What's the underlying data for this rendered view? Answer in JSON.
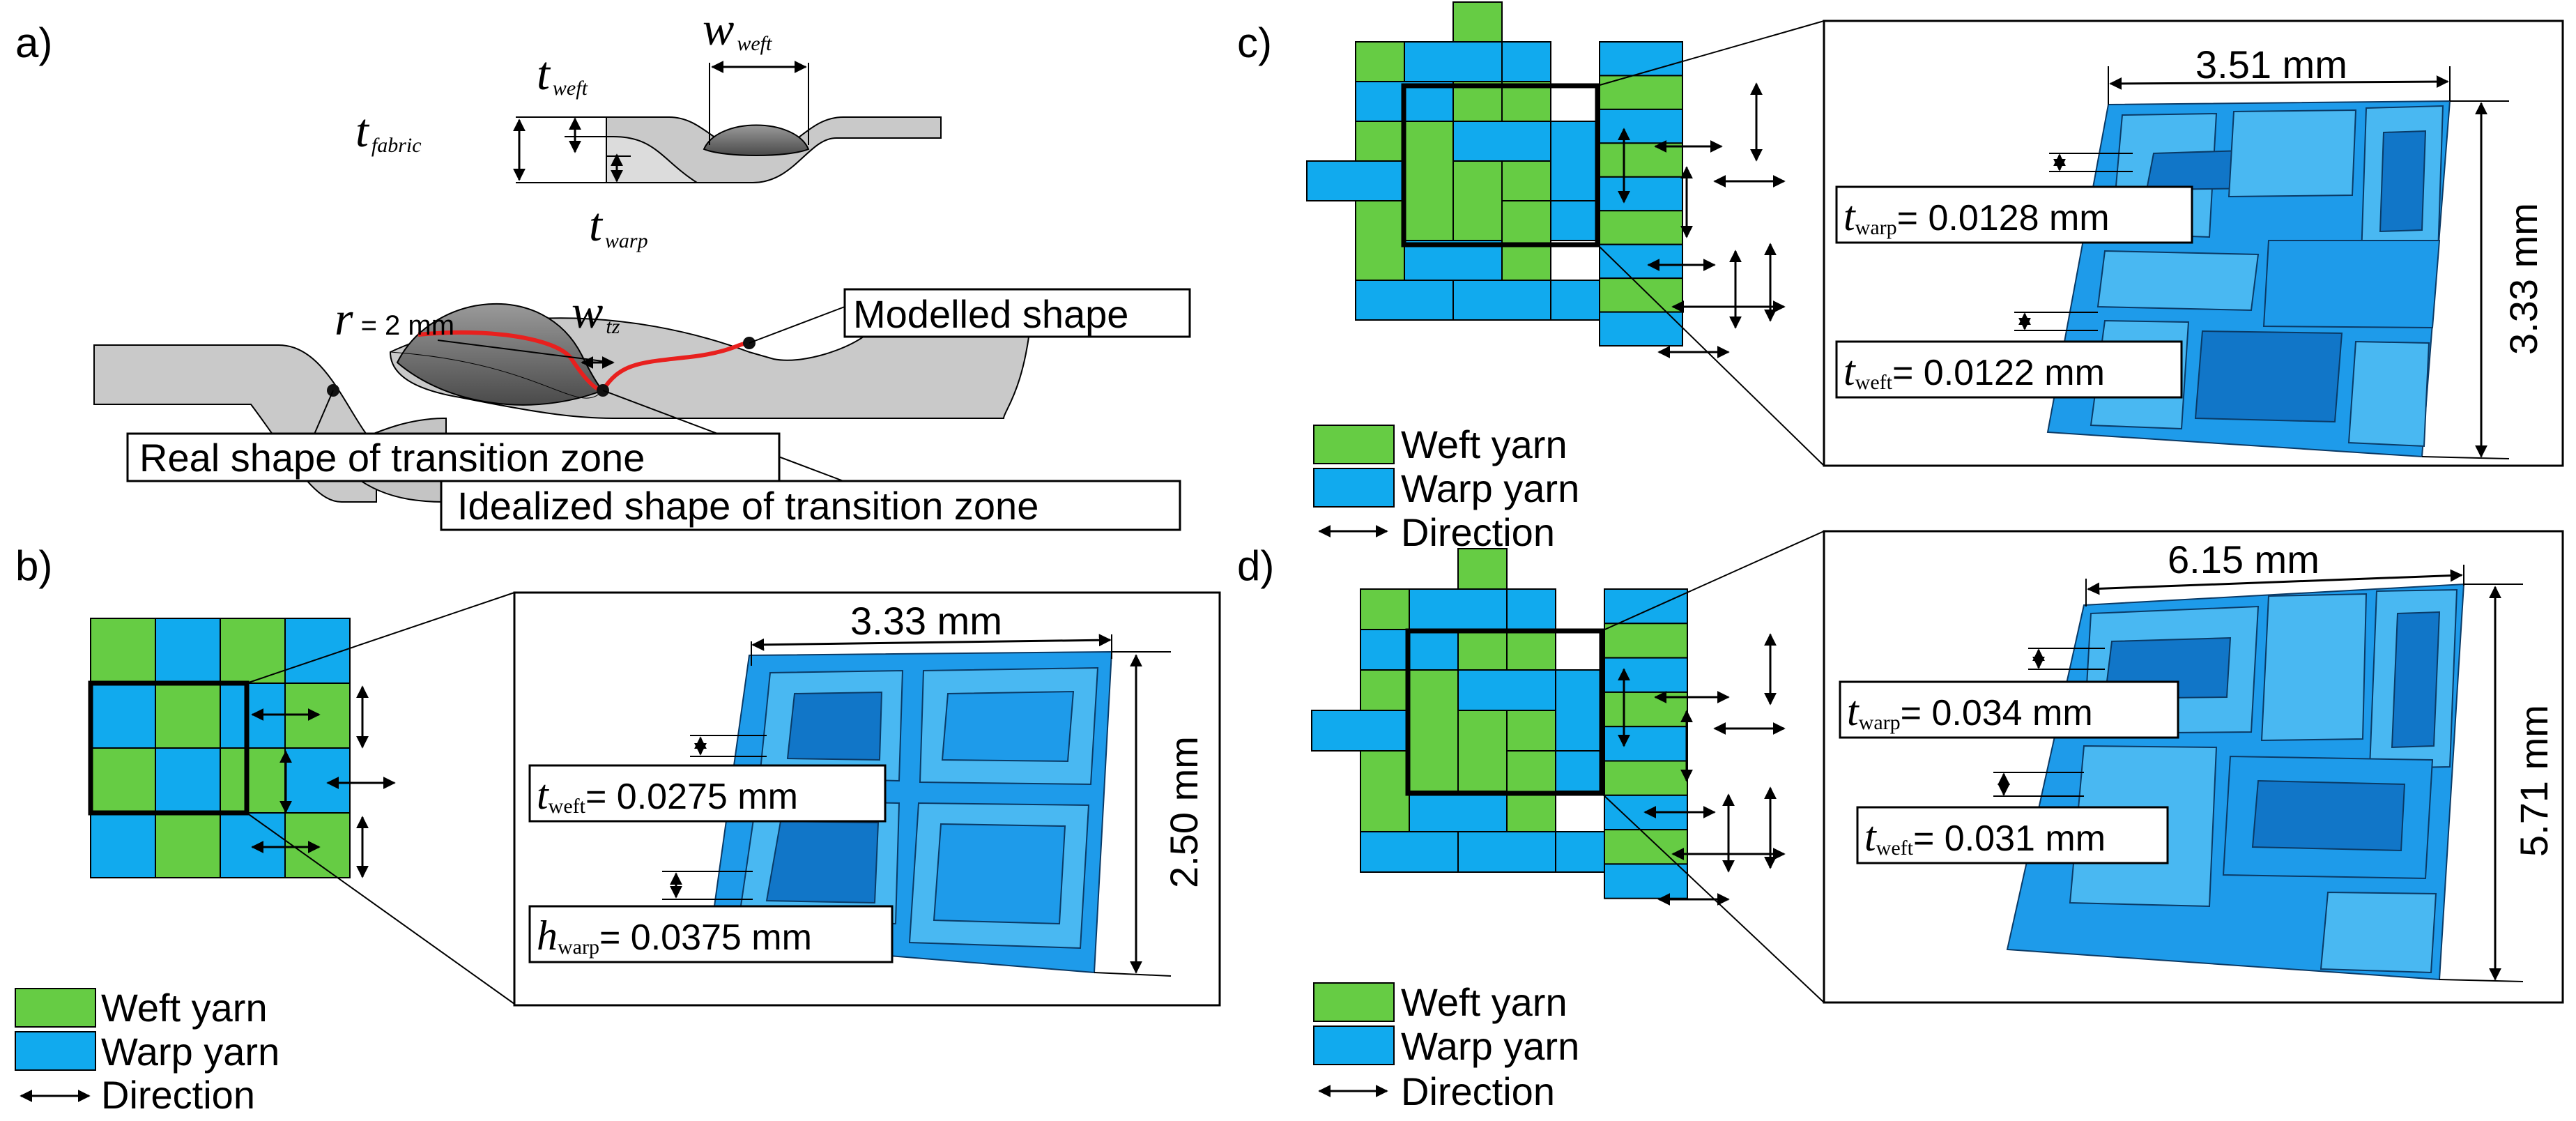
{
  "panels": {
    "a": {
      "letter": "a)",
      "w_weft_main": "w",
      "w_weft_sub": "weft",
      "t_weft_main": "t",
      "t_weft_sub": "weft",
      "t_fabric_main": "t",
      "t_fabric_sub": "fabric",
      "t_warp_main": "t",
      "t_warp_sub": "warp",
      "r_main": "r",
      "r_value": " = 2 mm",
      "w_tz_main": "w",
      "w_tz_sub": "tz",
      "modelled": "Modelled shape",
      "real": "Real shape of transition zone",
      "idealized": "Idealized shape of transition zone"
    },
    "b": {
      "letter": "b)",
      "width": "3.33 mm",
      "height": "2.50 mm",
      "t1_main": "t",
      "t1_sub": "weft",
      "t1_val": "= 0.0275 mm",
      "t2_main": "h",
      "t2_sub": "warp",
      "t2_val": "= 0.0375 mm"
    },
    "c": {
      "letter": "c)",
      "width": "3.51 mm",
      "height": "3.33 mm",
      "t1_main": "t",
      "t1_sub": "warp",
      "t1_val": "= 0.0128 mm",
      "t2_main": "t",
      "t2_sub": "weft",
      "t2_val": "= 0.0122 mm"
    },
    "d": {
      "letter": "d)",
      "width": "6.15 mm",
      "height": "5.71 mm",
      "t1_main": "t",
      "t1_sub": "warp",
      "t1_val": "= 0.034 mm",
      "t2_main": "t",
      "t2_sub": "weft",
      "t2_val": "= 0.031 mm"
    }
  },
  "legend": {
    "weft": "Weft yarn",
    "warp": "Warp yarn",
    "direction": "Direction"
  },
  "colors": {
    "weft": "#66cc44",
    "warp": "#11aaee",
    "highlight": "#e8201e"
  }
}
